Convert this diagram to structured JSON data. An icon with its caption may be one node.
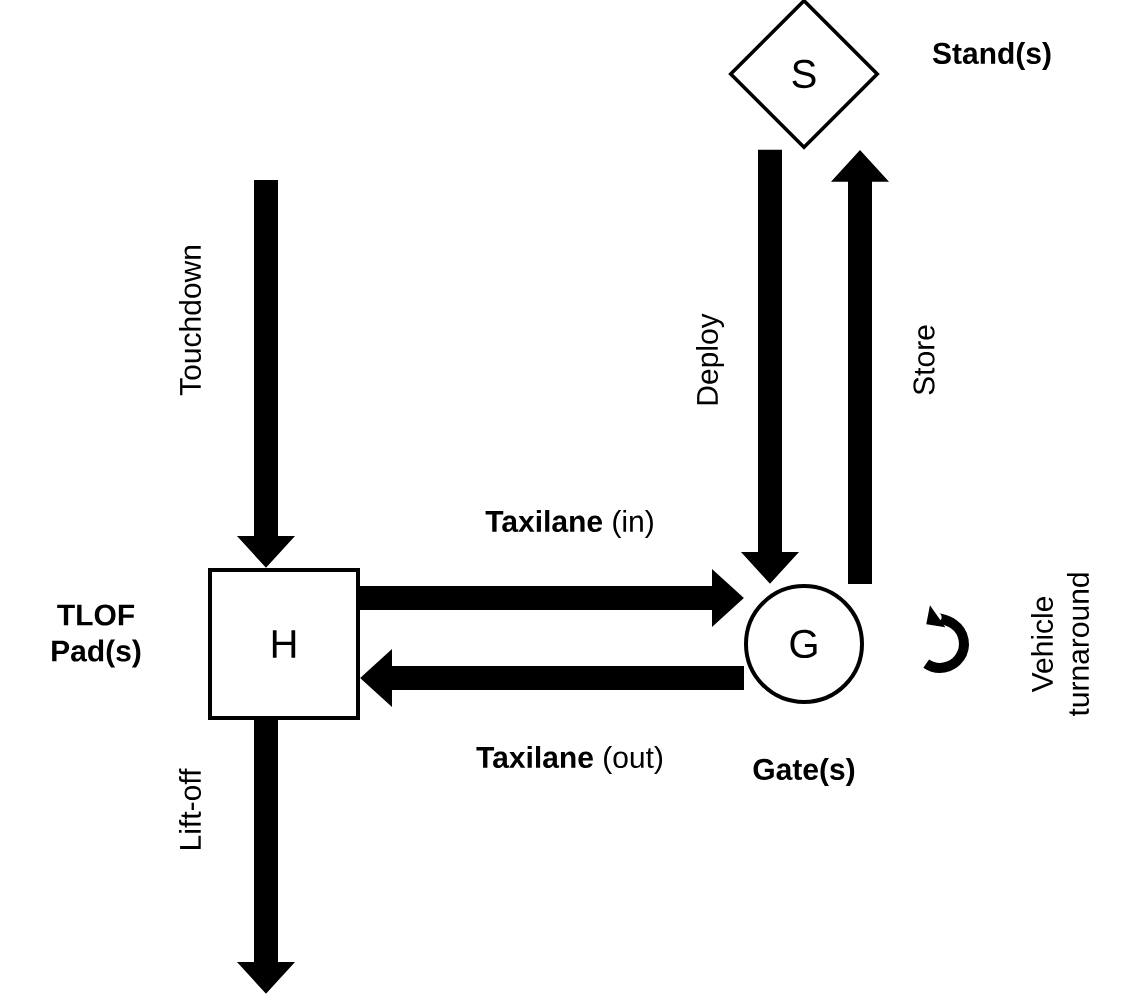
{
  "diagram": {
    "nodes": [
      {
        "text": [
          "H"
        ],
        "beside": [
          "TLOF Pad(s)"
        ]
      },
      {
        "text": [
          "G"
        ],
        "beside": [
          "Gate(s)"
        ]
      },
      {
        "text": [
          "S"
        ],
        "beside": [
          "Stand(s)"
        ]
      }
    ],
    "edges": [
      {
        "from": null,
        "to": 0,
        "arrow": "to",
        "label": "Touchdown"
      },
      {
        "from": 0,
        "to": 1,
        "arrow": "to",
        "label": "**Taxilane** (in)"
      },
      {
        "from": 1,
        "to": 0,
        "arrow": "to",
        "label": "**Taxilane** (out)"
      },
      {
        "from": 2,
        "to": 1,
        "arrow": "to",
        "label": "Deploy"
      },
      {
        "from": 1,
        "to": 2,
        "arrow": "to",
        "label": "Store"
      },
      {
        "from": 0,
        "to": null,
        "arrow": "to",
        "label": "Lift-off"
      }
    ],
    "labels": [
      "Vehicle turnaround"
    ]
  }
}
